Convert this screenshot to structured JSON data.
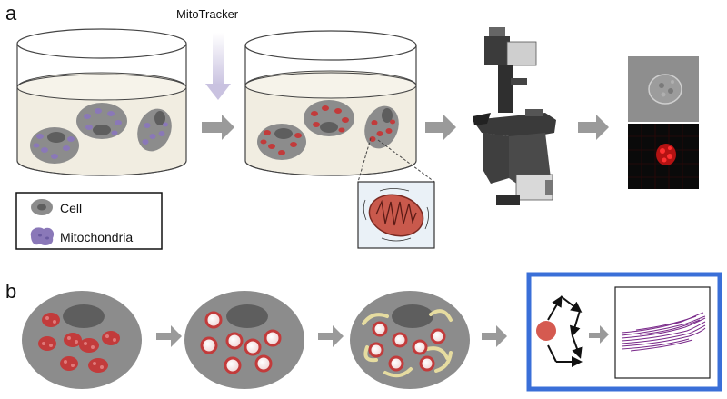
{
  "panels": {
    "a": {
      "label": "a",
      "dye_label": "MitoTracker"
    },
    "b": {
      "label": "b"
    }
  },
  "legend": {
    "items": [
      {
        "label": "Cell",
        "icon": "cell-icon"
      },
      {
        "label": "Mitochondria",
        "icon": "mitochondria-icon"
      }
    ]
  },
  "colors": {
    "medium": "#f1ede1",
    "cell_gray": "#888888",
    "nucleus_gray": "#666666",
    "mito_purple": "#8a78b8",
    "mito_red": "#c23b3b",
    "arrow_gray": "#9a9a9a",
    "dye_arrow": "#d6d1e6",
    "frame_blue": "#3a6fd8",
    "track_purple": "#7a2a8a",
    "fluorescence_red": "#e02020"
  }
}
